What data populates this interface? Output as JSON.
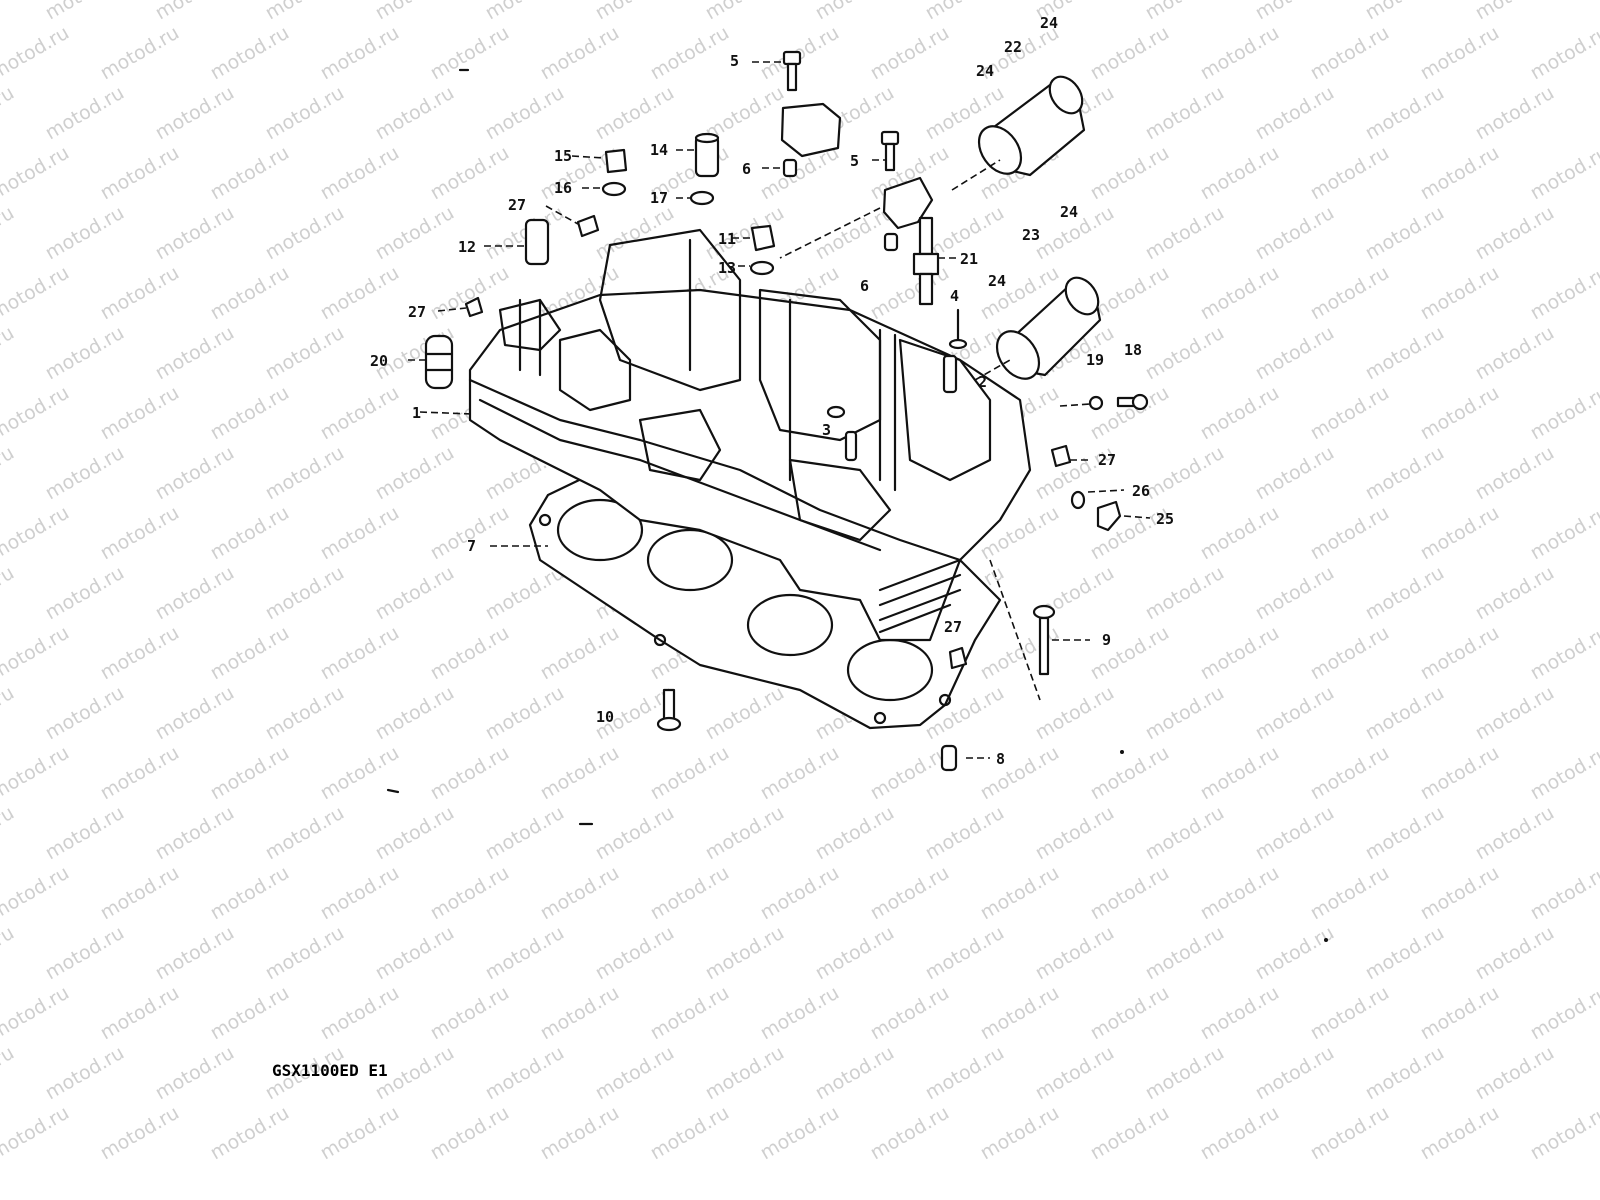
{
  "watermark": "motod.ru",
  "caption": "GSX1100ED E1",
  "callouts": [
    "1",
    "2",
    "3",
    "4",
    "5",
    "5",
    "6",
    "6",
    "7",
    "8",
    "9",
    "10",
    "11",
    "12",
    "13",
    "14",
    "15",
    "16",
    "17",
    "18",
    "19",
    "20",
    "21",
    "22",
    "23",
    "24",
    "24",
    "24",
    "24",
    "25",
    "26",
    "27",
    "27",
    "27",
    "27"
  ],
  "colors": {
    "ink": "#111111",
    "paper": "#ffffff",
    "watermark": "#cfcfcf"
  }
}
